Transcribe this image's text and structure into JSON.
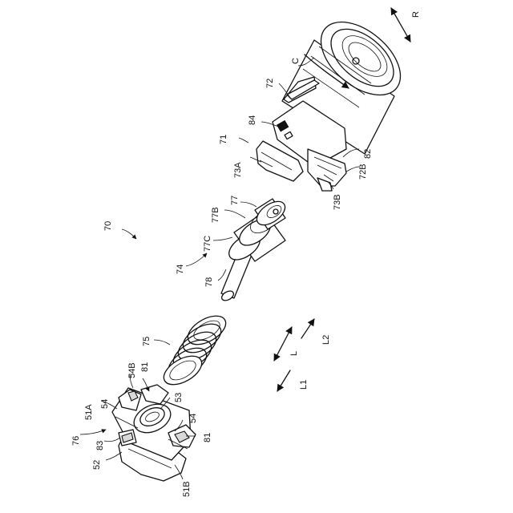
{
  "labels": {
    "R": "R",
    "C": "C",
    "n72": "72",
    "n84": "84",
    "n71": "71",
    "n73A": "73A",
    "n82": "82",
    "n72B": "72B",
    "n73B": "73B",
    "n70": "70",
    "n77": "77",
    "n77B": "77B",
    "n77C": "77C",
    "n74": "74",
    "n78": "78",
    "n75": "75",
    "L": "L",
    "L2": "L2",
    "L1": "L1",
    "n81a": "81",
    "n54B": "54B",
    "n54a": "54",
    "n51A": "51A",
    "n53": "53",
    "n54b": "54",
    "n76": "76",
    "n83": "83",
    "n81b": "81",
    "n52": "52",
    "n51B": "51B"
  }
}
